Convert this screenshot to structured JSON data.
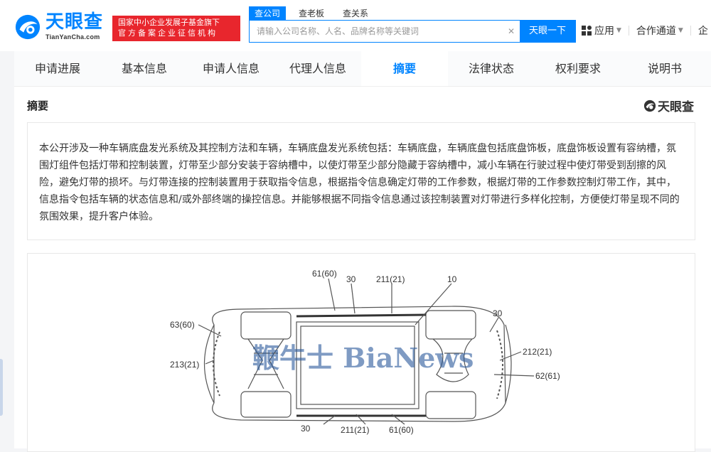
{
  "header": {
    "logo_cn": "天眼查",
    "logo_en": "TianYanCha.com",
    "badge_line1": "国家中小企业发展子基金旗下",
    "badge_line2": "官方备案企业征信机构",
    "search_tabs": [
      "查公司",
      "查老板",
      "查关系"
    ],
    "search_placeholder": "请输入公司名称、人名、品牌名称等关键词",
    "search_button": "天眼一下",
    "nav_apps": "应用",
    "nav_partner": "合作通道",
    "nav_cut": "企"
  },
  "tabs": [
    "申请进展",
    "基本信息",
    "申请人信息",
    "代理人信息",
    "摘要",
    "法律状态",
    "权利要求",
    "说明书"
  ],
  "section": {
    "title": "摘要",
    "logo": "天眼查",
    "abstract": "本公开涉及一种车辆底盘发光系统及其控制方法和车辆，车辆底盘发光系统包括：车辆底盘，车辆底盘包括底盘饰板，底盘饰板设置有容纳槽，氛围灯组件包括灯带和控制装置，灯带至少部分安装于容纳槽中，以使灯带至少部分隐藏于容纳槽中，减小车辆在行驶过程中使灯带受到刮擦的风险，避免灯带的损坏。与灯带连接的控制装置用于获取指令信息，根据指令信息确定灯带的工作参数，根据灯带的工作参数控制灯带工作，其中，信息指令包括车辆的状态信息和/或外部终端的操控信息。并能够根据不同指令信息通过该控制装置对灯带进行多样化控制，方便使灯带呈现不同的氛围效果，提升客户体验。"
  },
  "figure": {
    "labels": {
      "l1": "61(60)",
      "l2": "30",
      "l3": "211(21)",
      "l4": "10",
      "l5": "30",
      "l6": "63(60)",
      "l7": "213(21)",
      "l8": "212(21)",
      "l9": "62(61)",
      "l10": "30",
      "l11": "211(21)",
      "l12": "61(60)"
    },
    "watermark": "鞭牛士 BiaNews"
  },
  "colors": {
    "brand_blue": "#0084ff",
    "badge_red": "#e8262d"
  }
}
